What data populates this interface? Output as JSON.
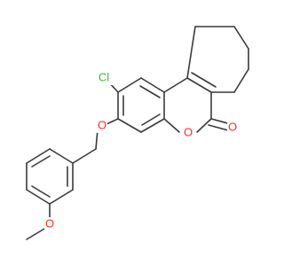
{
  "molecule": {
    "atoms": {
      "cl": {
        "label": "Cl",
        "color": "#3cb43c"
      },
      "o_ether": {
        "label": "O",
        "color": "#ff2a2a"
      },
      "o_ring": {
        "label": "O",
        "color": "#ff2a2a"
      },
      "o_carbonyl": {
        "label": "O",
        "color": "#ff2a2a"
      },
      "o_methoxy": {
        "label": "O",
        "color": "#ff2a2a"
      }
    },
    "bond_color": "#3a3a3a"
  }
}
